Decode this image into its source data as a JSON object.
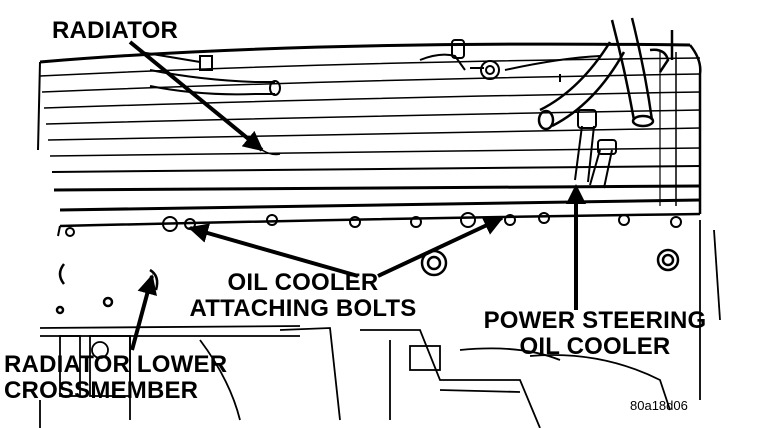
{
  "figure": {
    "figure_id": "80a18d06",
    "colors": {
      "ink": "#000000",
      "paper": "#ffffff"
    },
    "callouts": {
      "radiator": "RADIATOR",
      "oil_cooler_bolts": [
        "OIL COOLER",
        "ATTACHING BOLTS"
      ],
      "lower_crossmember": [
        "RADIATOR LOWER",
        "CROSSMEMBER"
      ],
      "ps_oil_cooler": [
        "POWER STEERING",
        "OIL COOLER"
      ]
    }
  }
}
